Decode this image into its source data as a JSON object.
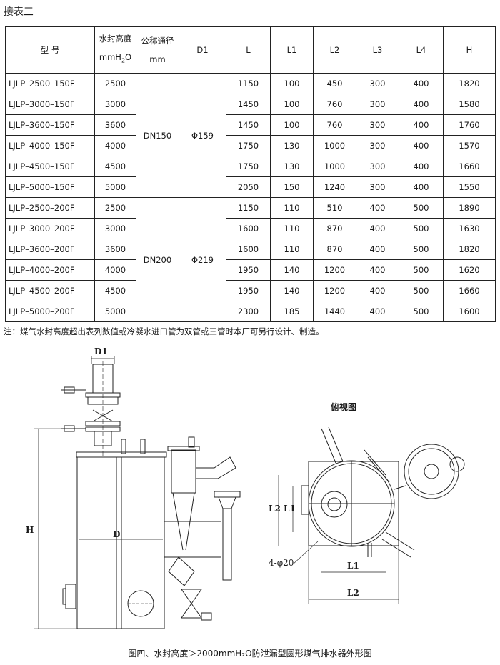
{
  "heading": "接表三",
  "table": {
    "headers": {
      "model": "型 号",
      "seal_line1": "水封高度",
      "seal_line2": "mmH2O",
      "dn_line1": "公称通径",
      "dn_line2": "mm",
      "d1": "D1",
      "L": "L",
      "L1": "L1",
      "L2": "L2",
      "L3": "L3",
      "L4": "L4",
      "H": "H"
    },
    "groups": [
      {
        "dn": "DN150",
        "d1": "Φ159",
        "rows": [
          {
            "model": "LJLP–2500–150F",
            "seal": "2500",
            "L": "1150",
            "L1": "100",
            "L2": "450",
            "L3": "300",
            "L4": "400",
            "H": "1820"
          },
          {
            "model": "LJLP–3000–150F",
            "seal": "3000",
            "L": "1450",
            "L1": "100",
            "L2": "760",
            "L3": "300",
            "L4": "400",
            "H": "1580"
          },
          {
            "model": "LJLP–3600–150F",
            "seal": "3600",
            "L": "1450",
            "L1": "100",
            "L2": "760",
            "L3": "300",
            "L4": "400",
            "H": "1760"
          },
          {
            "model": "LJLP–4000–150F",
            "seal": "4000",
            "L": "1750",
            "L1": "130",
            "L2": "1000",
            "L3": "300",
            "L4": "400",
            "H": "1570"
          },
          {
            "model": "LJLP–4500–150F",
            "seal": "4500",
            "L": "1750",
            "L1": "130",
            "L2": "1000",
            "L3": "300",
            "L4": "400",
            "H": "1660"
          },
          {
            "model": "LJLP–5000–150F",
            "seal": "5000",
            "L": "2050",
            "L1": "150",
            "L2": "1240",
            "L3": "300",
            "L4": "400",
            "H": "1550"
          }
        ]
      },
      {
        "dn": "DN200",
        "d1": "Φ219",
        "rows": [
          {
            "model": "LJLP–2500–200F",
            "seal": "2500",
            "L": "1150",
            "L1": "110",
            "L2": "510",
            "L3": "400",
            "L4": "500",
            "H": "1890"
          },
          {
            "model": "LJLP–3000–200F",
            "seal": "3000",
            "L": "1600",
            "L1": "110",
            "L2": "870",
            "L3": "400",
            "L4": "500",
            "H": "1630"
          },
          {
            "model": "LJLP–3600–200F",
            "seal": "3600",
            "L": "1600",
            "L1": "110",
            "L2": "870",
            "L3": "400",
            "L4": "500",
            "H": "1820"
          },
          {
            "model": "LJLP–4000–200F",
            "seal": "4000",
            "L": "1950",
            "L1": "140",
            "L2": "1200",
            "L3": "400",
            "L4": "500",
            "H": "1620"
          },
          {
            "model": "LJLP–4500–200F",
            "seal": "4500",
            "L": "1950",
            "L1": "140",
            "L2": "1200",
            "L3": "400",
            "L4": "500",
            "H": "1660"
          },
          {
            "model": "LJLP–5000–200F",
            "seal": "5000",
            "L": "2300",
            "L1": "185",
            "L2": "1440",
            "L3": "400",
            "L4": "500",
            "H": "1600"
          }
        ]
      }
    ]
  },
  "note": "注：煤气水封高度超出表列数值或冷凝水进口管为双管或三管时本厂可另行设计、制造。",
  "figure": {
    "label_d1": "D1",
    "label_h": "H",
    "label_d": "D",
    "top_view_title": "俯视图",
    "label_l2_vertical": "L2",
    "label_l1_vertical": "L1",
    "label_holes": "4-φ20",
    "label_l1_horizontal": "L1",
    "label_l2_horizontal": "L2"
  },
  "caption": "图四、水封高度＞2000mmH₂O防泄漏型圆形煤气排水器外形图"
}
